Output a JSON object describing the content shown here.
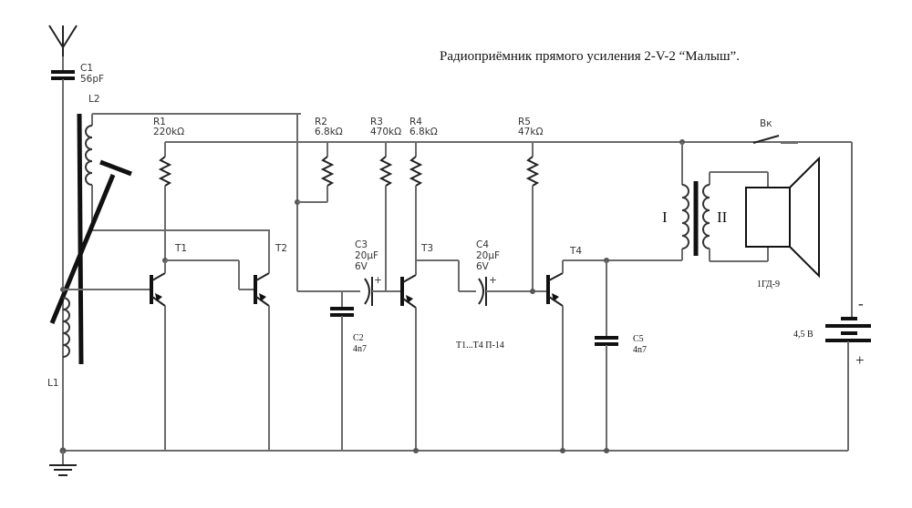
{
  "title": "Радиоприёмник прямого усиления 2-V-2 “Малыш”.",
  "components": {
    "C1": {
      "name": "C1",
      "value": "56pF"
    },
    "L2": {
      "name": "L2"
    },
    "L1": {
      "name": "L1"
    },
    "R1": {
      "name": "R1",
      "value": "220kΩ"
    },
    "R2": {
      "name": "R2",
      "value": "6.8kΩ"
    },
    "R3": {
      "name": "R3",
      "value": "470kΩ"
    },
    "R4": {
      "name": "R4",
      "value": "6.8kΩ"
    },
    "R5": {
      "name": "R5",
      "value": "47kΩ"
    },
    "T1": {
      "name": "T1"
    },
    "T2": {
      "name": "T2"
    },
    "T3": {
      "name": "T3"
    },
    "T4": {
      "name": "T4"
    },
    "C2": {
      "name": "C2",
      "value": "4n7"
    },
    "C3": {
      "name": "C3",
      "value": "20µF",
      "voltage": "6V",
      "polarity": "+"
    },
    "C4": {
      "name": "C4",
      "value": "20µF",
      "voltage": "6V",
      "polarity": "+"
    },
    "C5": {
      "name": "C5",
      "value": "4n7"
    },
    "switch": {
      "name": "Вк"
    },
    "transformer": {
      "primary": "I",
      "secondary": "II"
    },
    "speaker": {
      "name": "1ГД-9"
    },
    "battery": {
      "voltage": "4,5 В",
      "minus": "-",
      "plus": "+"
    }
  },
  "notes": {
    "transistors": "T1...T4  П-14"
  },
  "icons": {
    "antenna": "antenna-icon",
    "ground": "ground-icon",
    "speaker": "speaker-icon",
    "battery": "battery-icon"
  }
}
